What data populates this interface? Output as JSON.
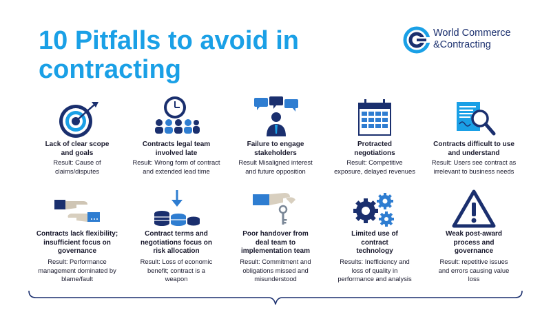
{
  "header": {
    "title_line1": "10 Pitfalls to avoid in",
    "title_line2": "contracting",
    "logo_line1": "World Commerce",
    "logo_line2": "&Contracting"
  },
  "colors": {
    "title": "#1aa0e6",
    "navy": "#1a2f6e",
    "blue": "#2e7dd1",
    "light_blue": "#1aa0e6"
  },
  "row1": [
    {
      "icon": "target-icon",
      "title1": "Lack of clear scope",
      "title2": "and goals",
      "title3": "",
      "result1": "Result: Cause of",
      "result2": "claims/disputes",
      "result3": ""
    },
    {
      "icon": "clock-team-icon",
      "title1": "Contracts legal team",
      "title2": "involved late",
      "title3": "",
      "result1": "Result: Wrong form of contract",
      "result2": "and extended lead time",
      "result3": ""
    },
    {
      "icon": "stakeholder-chat-icon",
      "title1": "Failure to engage",
      "title2": "stakeholders",
      "title3": "",
      "result1": "Result Misaligned interest",
      "result2": "and future opposition",
      "result3": ""
    },
    {
      "icon": "calendar-icon",
      "title1": "Protracted",
      "title2": "negotiations",
      "title3": "",
      "result1": "Result: Competitive",
      "result2": "exposure, delayed revenues",
      "result3": ""
    },
    {
      "icon": "document-magnifier-icon",
      "title1": "Contracts difficult to use",
      "title2": "and understand",
      "title3": "",
      "result1": "Result: Users see contract as",
      "result2": "irrelevant to business needs",
      "result3": ""
    }
  ],
  "row2": [
    {
      "icon": "handshake-icon",
      "title1": "Contracts lack flexibility;",
      "title2": "insufficient focus on",
      "title3": "governance",
      "result1": "Result: Performance",
      "result2": "management dominated by",
      "result3": "blame/fault"
    },
    {
      "icon": "coin-stack-icon",
      "title1": "Contract terms and",
      "title2": "negotiations focus on",
      "title3": "risk allocation",
      "result1": "Result: Loss of economic",
      "result2": "benefit; contract is a",
      "result3": "weapon"
    },
    {
      "icon": "key-handover-icon",
      "title1": "Poor handover from",
      "title2": "deal team to",
      "title3": "implementation team",
      "result1": "Result: Commitment and",
      "result2": "obligations missed and",
      "result3": "misunderstood"
    },
    {
      "icon": "gears-icon",
      "title1": "Limited use of",
      "title2": "contract",
      "title3": "technology",
      "result1": "Results: Inefficiency and",
      "result2": "loss of quality in",
      "result3": "performance and analysis"
    },
    {
      "icon": "warning-icon",
      "title1": "Weak post-award",
      "title2": "process and",
      "title3": "governance",
      "result1": "Result: repetitive issues",
      "result2": "and errors causing value",
      "result3": "loss"
    }
  ]
}
